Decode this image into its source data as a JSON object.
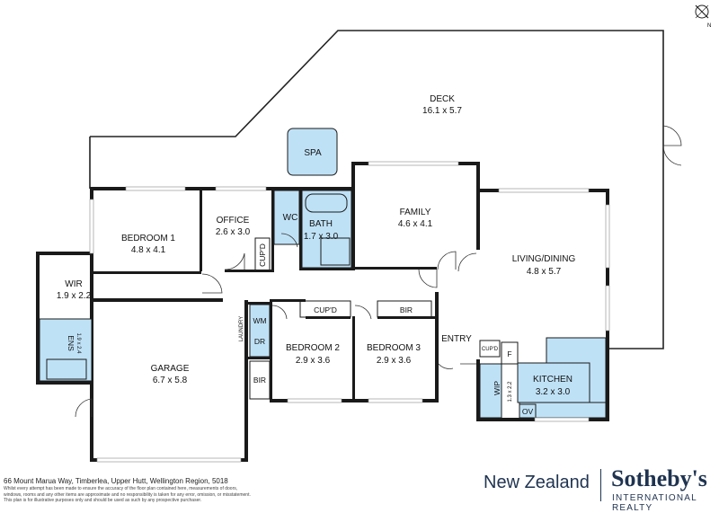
{
  "rooms": {
    "deck": {
      "name": "DECK",
      "size": "16.1 x 5.7"
    },
    "spa": {
      "name": "SPA"
    },
    "bedroom1": {
      "name": "BEDROOM 1",
      "size": "4.8 x 4.1"
    },
    "office": {
      "name": "OFFICE",
      "size": "2.6 x 3.0"
    },
    "wc": {
      "name": "WC"
    },
    "bath": {
      "name": "BATH",
      "size": "1.7 x 3.0"
    },
    "family": {
      "name": "FAMILY",
      "size": "4.6 x 4.1"
    },
    "living": {
      "name": "LIVING/DINING",
      "size": "4.8 x 5.7"
    },
    "wir": {
      "name": "WIR",
      "size": "1.9 x 2.2"
    },
    "ens": {
      "name": "ENS",
      "size": "1.9 x 2.4"
    },
    "garage": {
      "name": "GARAGE",
      "size": "6.7 x 5.8"
    },
    "cupd_office": {
      "name": "CUP'D"
    },
    "cupd_hall": {
      "name": "CUP'D"
    },
    "bir_hall": {
      "name": "BIR"
    },
    "bir_garage": {
      "name": "BIR"
    },
    "wm": {
      "name": "WM"
    },
    "dr": {
      "name": "DR"
    },
    "laundry": {
      "name": "LAUNDRY"
    },
    "bedroom2": {
      "name": "BEDROOM 2",
      "size": "2.9 x 3.6"
    },
    "bedroom3": {
      "name": "BEDROOM 3",
      "size": "2.9 x 3.6"
    },
    "entry": {
      "name": "ENTRY"
    },
    "cupd_kitchen": {
      "name": "CUP'D"
    },
    "f": {
      "name": "F"
    },
    "wip": {
      "name": "WIP",
      "size": "1.3 x 2.2"
    },
    "kitchen": {
      "name": "KITCHEN",
      "size": "3.2 x 3.0"
    },
    "ov": {
      "name": "OV"
    }
  },
  "footer": {
    "address": "66 Mount Marua Way, Timberlea, Upper Hutt, Wellington Region, 5018",
    "disclaimer_1": "Whilst every attempt has been made to ensure the accuracy of the floor plan contained here, measurements of doors,",
    "disclaimer_2": "windows, rooms and any other items are approximate and no responsibility is taken for any error, omission, or misstatement.",
    "disclaimer_3": "This plan is for illustrative purposes only and should be used as such by any prospective purchaser."
  },
  "brand": {
    "region": "New Zealand",
    "name": "Sotheby's",
    "sub": "INTERNATIONAL REALTY",
    "color": "#1f3350"
  },
  "compass": {
    "label": "N",
    "icon": "north-arrow-icon"
  },
  "colors": {
    "wet_area": "#bfe1f6",
    "walls": "#1a1a1a"
  }
}
